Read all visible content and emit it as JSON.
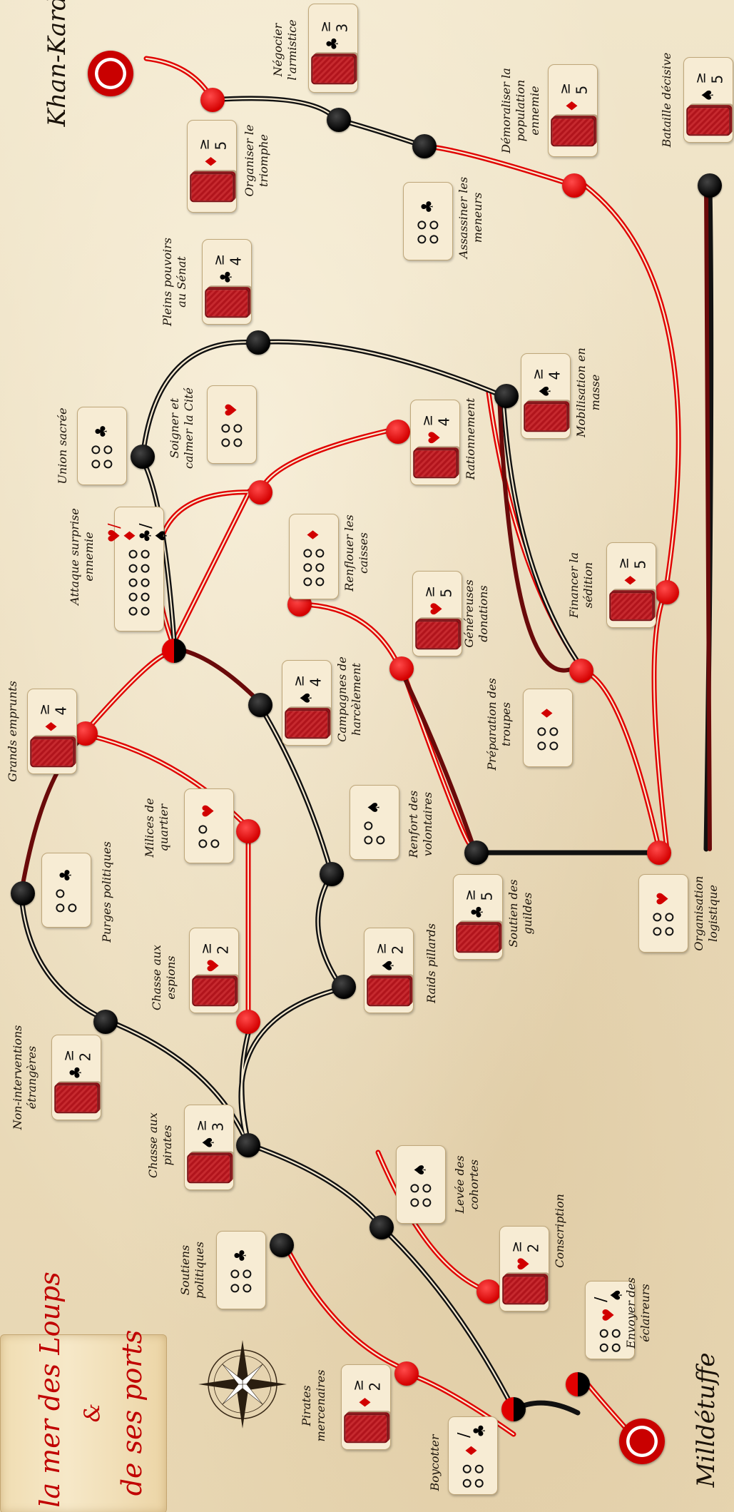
{
  "title": {
    "line1": "De la mer des Loups",
    "line2": "&",
    "line3": "de ses ports"
  },
  "places": {
    "start": "Milldétuffe",
    "end": "Khan-Karda"
  },
  "colors": {
    "red": "#e00000",
    "black": "#000000",
    "deck_red": "#b1141c"
  },
  "icons": [
    "compass-rose-icon",
    "card-deck-icon",
    "club-suit-icon",
    "spade-suit-icon",
    "heart-suit-icon",
    "diamond-suit-icon",
    "circle-token-icon"
  ],
  "actions": [
    {
      "id": "boycotter",
      "label": "Boycotter",
      "requirement": "2x2 tokens + diamond/club"
    },
    {
      "id": "pirates_merc",
      "label": "Pirates mercenaires",
      "requirement": "deck diamond ≥ 2"
    },
    {
      "id": "soutiens_pol",
      "label": "Soutiens politiques",
      "requirement": "2x2 tokens + club"
    },
    {
      "id": "conscription",
      "label": "Conscription",
      "requirement": "deck heart ≥ 2"
    },
    {
      "id": "envoyer",
      "label": "Envoyer des éclaireurs",
      "requirement": "2x2 tokens + heart/spade"
    },
    {
      "id": "levee",
      "label": "Levée des cohortes",
      "requirement": "2x2 tokens + spade"
    },
    {
      "id": "chasse_pirates",
      "label": "Chasse aux pirates",
      "requirement": "deck spade ≥ 3"
    },
    {
      "id": "non_interv",
      "label": "Non-interventions étrangères",
      "requirement": "deck club ≥ 2"
    },
    {
      "id": "chasse_espions",
      "label": "Chasse aux espions",
      "requirement": "deck heart ≥ 2"
    },
    {
      "id": "raids",
      "label": "Raids pillards",
      "requirement": "deck spade ≥ 2"
    },
    {
      "id": "purges",
      "label": "Purges politiques",
      "requirement": "3 tokens + club"
    },
    {
      "id": "milices",
      "label": "Milices de quartier",
      "requirement": "3 tokens + heart"
    },
    {
      "id": "renfort",
      "label": "Renfort des volontaires",
      "requirement": "3 tokens + spade"
    },
    {
      "id": "soutien_guildes",
      "label": "Soutien des guildes",
      "requirement": "deck club ≥ 5"
    },
    {
      "id": "organisation",
      "label": "Organisation logistique",
      "requirement": "2x2 tokens + heart"
    },
    {
      "id": "grands_emprunts",
      "label": "Grands emprunts",
      "requirement": "deck diamond ≥ 4"
    },
    {
      "id": "campagnes",
      "label": "Campagnes de harcèlement",
      "requirement": "deck spade ≥ 4"
    },
    {
      "id": "preparation",
      "label": "Préparation des troupes",
      "requirement": "2x2 tokens + diamond"
    },
    {
      "id": "attaque",
      "label": "Attaque surprise ennemie",
      "requirement": "2x5 tokens + heart/diamond + club/spade"
    },
    {
      "id": "renflouer",
      "label": "Renflouer les caisses",
      "requirement": "2x3 tokens + diamond"
    },
    {
      "id": "genereuses",
      "label": "Généreuses donations",
      "requirement": "deck heart ≥ 5"
    },
    {
      "id": "financer",
      "label": "Financer la sédition",
      "requirement": "deck diamond ≥ 5"
    },
    {
      "id": "union",
      "label": "Union sacrée",
      "requirement": "2x2 tokens + club"
    },
    {
      "id": "soigner",
      "label": "Soigner et calmer la Cité",
      "requirement": "2x2 tokens + heart"
    },
    {
      "id": "rationnement",
      "label": "Rationnement",
      "requirement": "deck heart ≥ 4"
    },
    {
      "id": "mobilisation",
      "label": "Mobilisation en masse",
      "requirement": "deck spade ≥ 4"
    },
    {
      "id": "pleins",
      "label": "Pleins pouvoirs au Sénat",
      "requirement": "deck club ≥ 4"
    },
    {
      "id": "assassiner",
      "label": "Assassiner les meneurs",
      "requirement": "2x2 tokens + club"
    },
    {
      "id": "demoraliser",
      "label": "Démoraliser la population ennemie",
      "requirement": "deck diamond ≥ 5"
    },
    {
      "id": "bataille",
      "label": "Bataille décisive",
      "requirement": "deck spade ≥ 5"
    },
    {
      "id": "organiser",
      "label": "Organiser le triomphe",
      "requirement": "deck diamond ≥ 5"
    },
    {
      "id": "negocier",
      "label": "Négocier l'armistice",
      "requirement": "deck club ≥ 3"
    }
  ]
}
